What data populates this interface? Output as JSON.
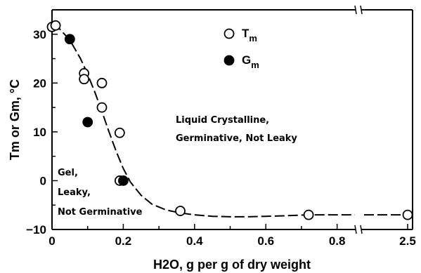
{
  "chart_data": {
    "type": "scatter",
    "xlabel": "H2O, g per g of dry weight",
    "ylabel": "Tm or Gm, °C",
    "xlim": [
      0,
      0.85
    ],
    "broken_axis_x": 2.5,
    "ylim": [
      -10,
      35
    ],
    "x_ticks": [
      "0",
      "0.2",
      "0.4",
      "0.6",
      "0.8",
      "2.5"
    ],
    "y_ticks": [
      "30",
      "20",
      "10",
      "0",
      "−10"
    ],
    "series": [
      {
        "name": "Tm",
        "marker": "open-circle",
        "x": [
          0.0,
          0.01,
          0.09,
          0.09,
          0.14,
          0.14,
          0.19,
          0.19,
          0.36,
          0.72,
          2.5
        ],
        "y": [
          31.5,
          31.8,
          22.0,
          20.8,
          20.0,
          15.0,
          9.8,
          0.0,
          -6.2,
          -7.0,
          -7.0
        ]
      },
      {
        "name": "Gm",
        "marker": "filled-circle",
        "x": [
          0.05,
          0.1,
          0.2
        ],
        "y": [
          29.0,
          12.0,
          0.0
        ]
      }
    ],
    "legend": {
      "placement": "top-center",
      "entries": [
        {
          "label": "T",
          "sub": "m"
        },
        {
          "label": "G",
          "sub": "m"
        }
      ]
    },
    "annotations": [
      {
        "lines": [
          "Liquid Crystalline,",
          "Germinative, Not Leaky"
        ],
        "x": 0.56,
        "y": 14.5
      },
      {
        "lines": [
          "Gel,",
          "Leaky,",
          "Not Germinative"
        ],
        "x": 0.04,
        "y": 3.5
      }
    ],
    "fitted_curve": {
      "x": [
        0.0,
        0.02,
        0.05,
        0.08,
        0.1,
        0.12,
        0.14,
        0.16,
        0.18,
        0.2,
        0.22,
        0.25,
        0.28,
        0.32,
        0.36,
        0.4,
        0.45,
        0.5,
        0.55,
        0.6,
        0.65,
        0.72,
        0.8,
        0.85
      ],
      "y": [
        31.8,
        31.2,
        28.8,
        25.0,
        21.8,
        18.2,
        14.2,
        10.0,
        6.0,
        2.5,
        -0.3,
        -3.0,
        -4.8,
        -6.0,
        -6.6,
        -7.0,
        -7.3,
        -7.4,
        -7.4,
        -7.3,
        -7.2,
        -7.0,
        -7.0,
        -7.0
      ]
    }
  }
}
